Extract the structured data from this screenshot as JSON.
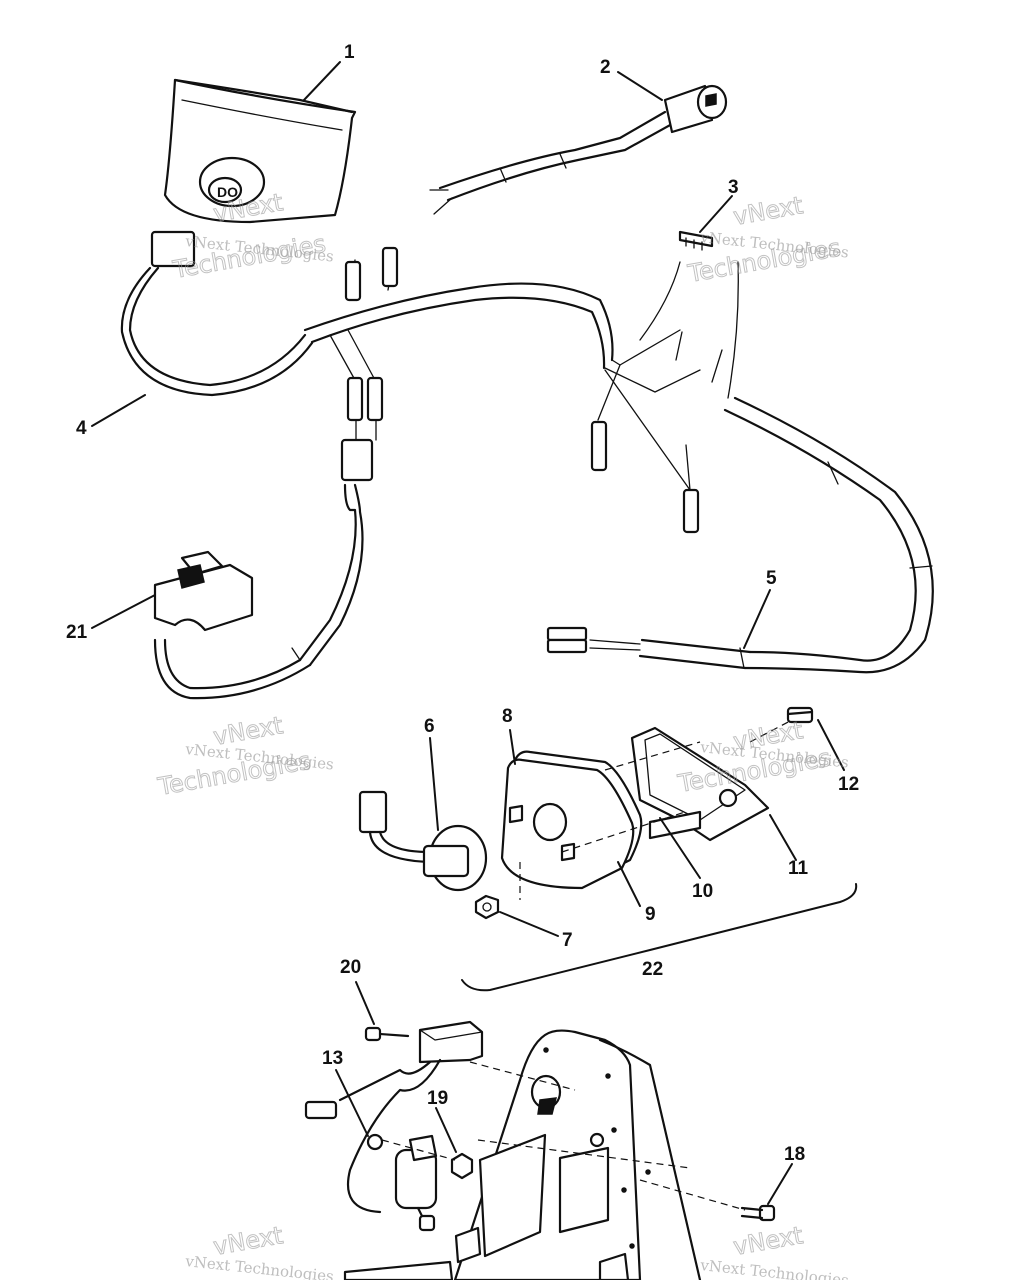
{
  "callouts": [
    "1",
    "2",
    "3",
    "4",
    "5",
    "6",
    "7",
    "8",
    "9",
    "10",
    "11",
    "12",
    "13",
    "18",
    "19",
    "20",
    "21",
    "22"
  ],
  "watermark": {
    "line1": "vNext Technologies",
    "word_a": "vNext",
    "word_b": "Technologies"
  }
}
